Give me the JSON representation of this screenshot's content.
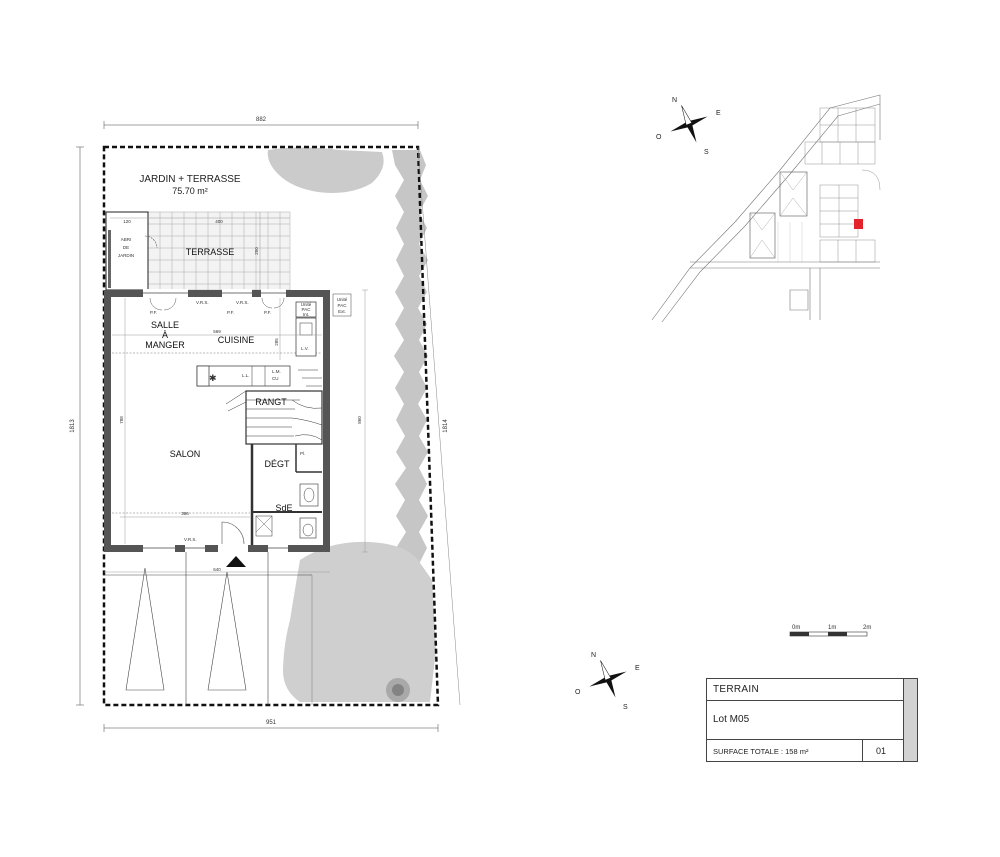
{
  "plan": {
    "garden_label": "JARDIN + TERRASSE",
    "garden_area": "75.70 m²",
    "terrace": "TERRASSE",
    "shed_line1": "ABRI",
    "shed_line2": "DE",
    "shed_line3": "JARDIN",
    "dining_line1": "SALLE",
    "dining_line2": "À",
    "dining_line3": "MANGER",
    "kitchen": "CUISINE",
    "living": "SALON",
    "storage": "RANGT",
    "hall": "DÉGT",
    "bathroom": "SdE",
    "closet": "Pl.",
    "pac_in_1": "Unité",
    "pac_in_2": "PAC",
    "pac_in_3": "Int.",
    "pac_out_1": "Unité",
    "pac_out_2": "PAC",
    "pac_out_3": "Ext.",
    "vr1": "V.R.S.",
    "vr2": "V.R.S.",
    "vr3": "V.R.S.",
    "pf1": "P.F.",
    "pf2": "P.F.",
    "pf3": "P.F.",
    "lv": "L.V.",
    "ll": "L.L.",
    "cu": "CU",
    "lm": "L.M."
  },
  "dimensions": {
    "top": "882",
    "bottom": "951",
    "left": "1813",
    "right": "1814",
    "shed_width": "120",
    "terrace_width": "400",
    "terrace_depth": "250",
    "house_inner": "569",
    "house_height": "788",
    "house_depth": "860",
    "kitchen_depth": "285",
    "living_width": "386",
    "facade": "640"
  },
  "compass": {
    "n": "N",
    "e": "E",
    "s": "S",
    "o": "O"
  },
  "scale": {
    "s0": "0m",
    "s1": "1m",
    "s2": "2m"
  },
  "cartouche": {
    "title": "TERRAIN",
    "lot": "Lot M05",
    "surface": "SURFACE TOTALE : 158 m²",
    "sheet": "01"
  },
  "colors": {
    "wall": "#555555",
    "vegetation": "#c9c9c9",
    "highlight": "#e3222a",
    "cartouche_side": "#d2d2d2"
  }
}
